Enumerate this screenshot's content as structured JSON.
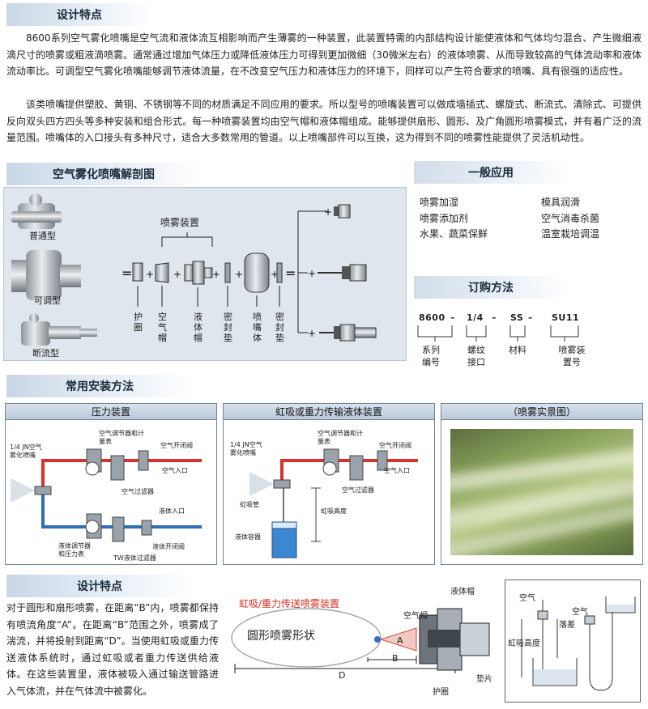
{
  "section1": {
    "title": "设计特点",
    "para1": "8600系列空气雾化喷嘴是空气流和液体流互相影响而产生薄雾的一种装置，此装置特需的内部结构设计能使液体和气体均匀混合、产生微细液滴尺寸的喷雾或粗液滴喷雾。通常通过增加气体压力或降低液体压力可得到更加微细（30微米左右）的液体喷雾、从而导致较高的气体流动率和液体流动率比。可调型空气雾化喷嘴能够调节液体流量，在不改变空气压力和液体压力的环境下，同样可以产生符合要求的喷嘴、具有很强的适应性。",
    "para2": "该类喷嘴提供塑胶、黄铜、不锈钢等不同的材质满足不同应用的要求。所以型号的喷嘴装置可以做成墙插式、螺旋式、断流式、清除式、可提供反向双头四方四头等多种安装和组合形式。每一种喷雾装置均由空气帽和液体帽组成。能够提供扇形、圆形、及广角圆形喷雾模式，并有着广泛的流量范围。喷嘴体的入口接头有多种尺寸，适合大多数常用的管道。以上喷嘴部件可以互换，这为得到不同的喷雾性能提供了灵活机动性。"
  },
  "anatomy": {
    "title": "空气雾化喷嘴解剖图",
    "type_normal": "普通型",
    "type_adjustable": "可调型",
    "type_shutoff": "断流型",
    "spray_device": "喷雾装置",
    "part_guard": "护圈",
    "part_air_cap": "空气帽",
    "part_liquid_cap": "液体帽",
    "part_gasket1": "密封垫",
    "part_body": "喷嘴体",
    "part_gasket2": "密封垫"
  },
  "applications": {
    "title": "一般应用",
    "items": [
      "喷雾加湿",
      "模具润滑",
      "喷雾添加剂",
      "空气消毒杀菌",
      "水果、蔬菜保鲜",
      "温室栽培调温"
    ]
  },
  "ordering": {
    "title": "订购方法",
    "code": {
      "series": "8600",
      "thread": "1/4",
      "material": "SS",
      "nozzle": "SU11",
      "dash": "–"
    },
    "labels": {
      "series": "系列编号",
      "thread": "螺纹接口",
      "material": "材料",
      "nozzle": "喷雾装置号"
    }
  },
  "install": {
    "title": "常用安装方法",
    "panel1": {
      "title": "压力装置",
      "nozzle": "1/4 JN空气雾化喷嘴",
      "air_reg": "空气调节器和计量表",
      "air_valve": "空气开闭阀",
      "air_in": "空气入口",
      "air_filter": "空气过滤器",
      "liquid_in": "液体入口",
      "liquid_reg": "液体调节器和压力表",
      "liquid_valve": "液体开闭阀",
      "tw_filter": "TW液体过滤器"
    },
    "panel2": {
      "title": "虹吸或重力传输液体装置",
      "nozzle": "1/4 JN空气雾化喷嘴",
      "air_reg": "空气调节器和计量表",
      "air_valve": "空气开闭阀",
      "air_in": "空气入口",
      "air_filter": "空气过滤器",
      "siphon_tube": "虹吸管",
      "siphon_height": "虹吸高度",
      "container": "液体容器"
    },
    "panel3": {
      "title": "（喷雾实景图）"
    }
  },
  "section2": {
    "title": "设计特点",
    "para": "对于圆形和扇形喷雾，在距离“B”内，喷雾都保持有喷流角度“A”。在距离“B”范围之外，喷雾成了湍流，并将投射到距离“D”。当使用虹吸或重力传送液体系统时，通过虹吸或者重力传送供给液体。在这些装置里，液体被吸入通过输送管路进入气体流，并在气体流中被雾化。"
  },
  "spray": {
    "caption": "虹吸/重力传送喷雾装置",
    "pattern": "圆形喷雾形状",
    "A": "A",
    "B": "B",
    "D": "D",
    "air_cap": "空气帽",
    "liquid_cap": "液体帽",
    "gasket": "垫片",
    "guard": "护圈"
  },
  "siphon": {
    "air1": "空气",
    "air2": "空气",
    "drop": "落差",
    "height": "虹吸高度"
  },
  "colors": {
    "air_line": "#d8332b",
    "liquid_line": "#2f6fb6",
    "caption_red": "#e0281e"
  }
}
